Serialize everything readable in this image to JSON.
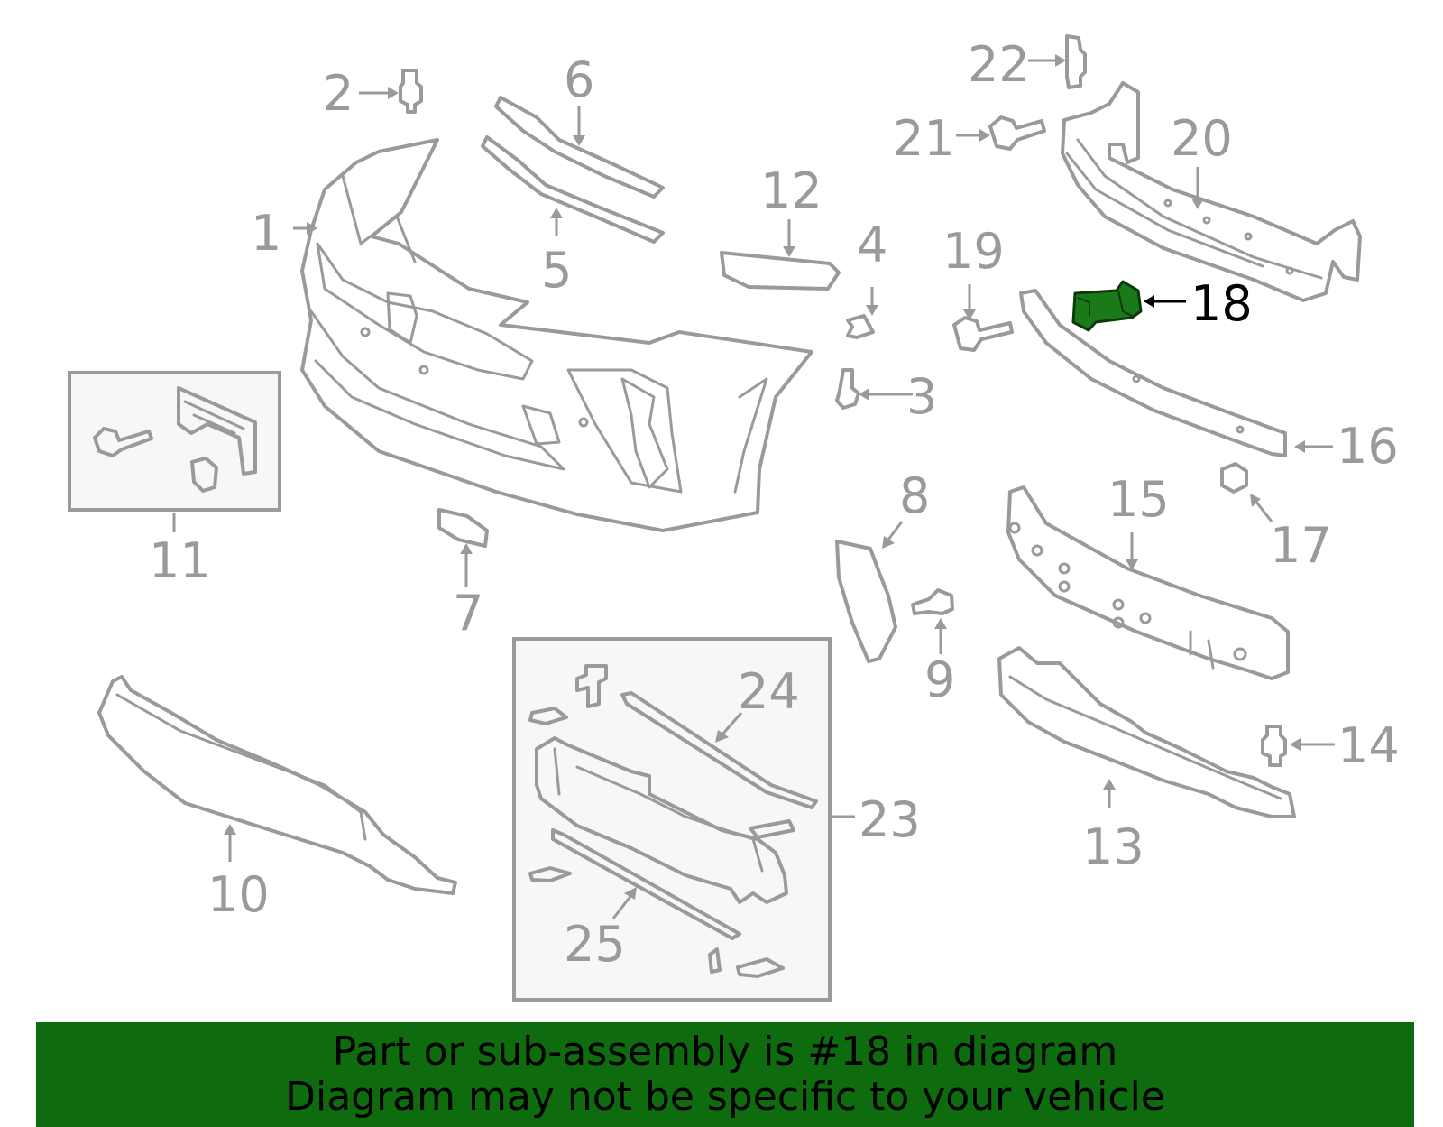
{
  "callouts": {
    "c1": "1",
    "c2": "2",
    "c3": "3",
    "c4": "4",
    "c5": "5",
    "c6": "6",
    "c7": "7",
    "c8": "8",
    "c9": "9",
    "c10": "10",
    "c11": "11",
    "c12": "12",
    "c13": "13",
    "c14": "14",
    "c15": "15",
    "c16": "16",
    "c17": "17",
    "c18": "18",
    "c19": "19",
    "c20": "20",
    "c21": "21",
    "c22": "22",
    "c23": "23",
    "c24": "24",
    "c25": "25"
  },
  "highlight": {
    "part_number": "18",
    "color": "#1a7a1a"
  },
  "banner": {
    "line1": "Part or sub-assembly is #18 in diagram",
    "line2": "Diagram may not be specific to your vehicle",
    "background": "#0e6b0e"
  }
}
